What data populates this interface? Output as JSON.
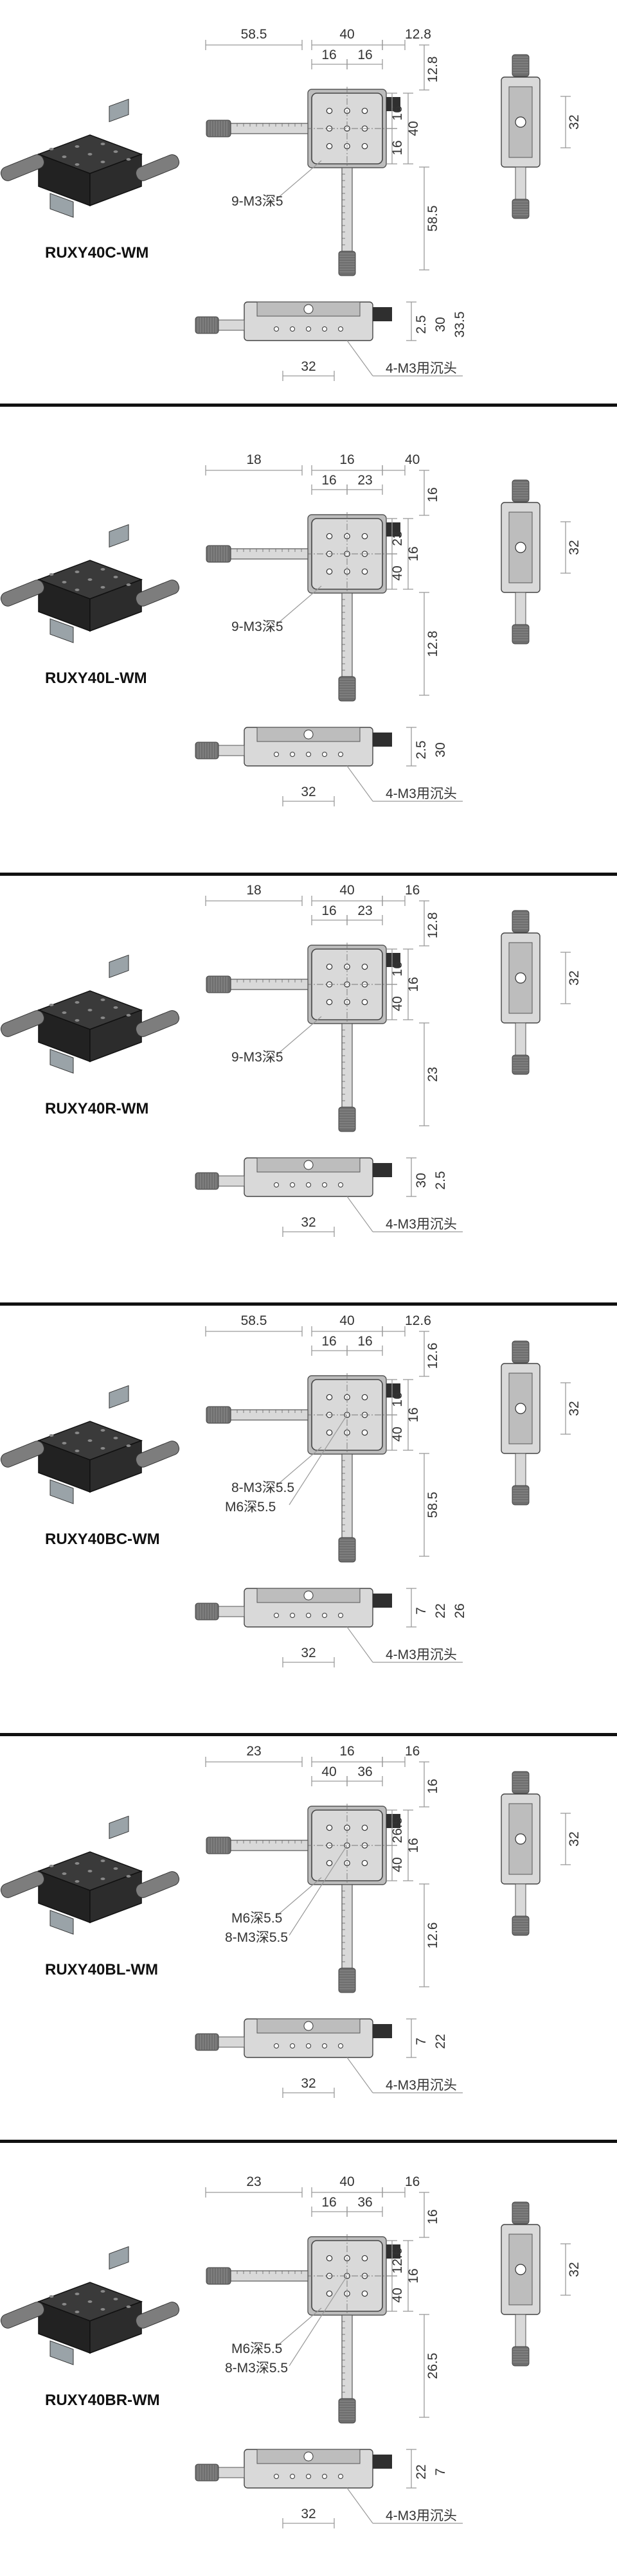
{
  "colors": {
    "divider": "#111111",
    "dim_line": "#9a9a9a",
    "part_light": "#d9d9d9",
    "part_mid": "#bdbdbd",
    "part_dark": "#2f2f2f",
    "knurl": "#6e6e6e"
  },
  "products": [
    {
      "model": "RUXY40C-WM",
      "top_dims": [
        "58.5",
        "40",
        "12.8",
        "16",
        "16",
        "12.8",
        "40",
        "16",
        "16",
        "58.5",
        "32"
      ],
      "callout": "9-M3深5",
      "side_dims": [
        "2.5",
        "30",
        "33.5"
      ],
      "bottom_dim": "32",
      "bottom_callout": "4-M3用沉头"
    },
    {
      "model": "RUXY40L-WM",
      "top_dims": [
        "18",
        "16",
        "40",
        "16",
        "23",
        "16",
        "16",
        "23",
        "40",
        "12.8",
        "32"
      ],
      "callout": "9-M3深5",
      "side_dims": [
        "2.5",
        "30"
      ],
      "bottom_dim": "32",
      "bottom_callout": "4-M3用沉头"
    },
    {
      "model": "RUXY40R-WM",
      "top_dims": [
        "18",
        "40",
        "16",
        "16",
        "23",
        "12.8",
        "16",
        "16",
        "40",
        "23",
        "32"
      ],
      "callout": "9-M3深5",
      "side_dims": [
        "30",
        "2.5"
      ],
      "bottom_dim": "32",
      "bottom_callout": "4-M3用沉头"
    },
    {
      "model": "RUXY40BC-WM",
      "top_dims": [
        "58.5",
        "40",
        "12.6",
        "16",
        "16",
        "12.6",
        "16",
        "16",
        "40",
        "58.5",
        "32"
      ],
      "callout": "8-M3深5.5",
      "callout2": "M6深5.5",
      "side_dims": [
        "7",
        "22",
        "26"
      ],
      "bottom_dim": "32",
      "bottom_callout": "4-M3用沉头"
    },
    {
      "model": "RUXY40BL-WM",
      "top_dims": [
        "23",
        "16",
        "16",
        "40",
        "36",
        "16",
        "16",
        "26.5",
        "40",
        "12.6",
        "32"
      ],
      "callout": "M6深5.5",
      "callout2": "8-M3深5.5",
      "side_dims": [
        "7",
        "22"
      ],
      "bottom_dim": "32",
      "bottom_callout": "4-M3用沉头"
    },
    {
      "model": "RUXY40BR-WM",
      "top_dims": [
        "23",
        "40",
        "16",
        "16",
        "36",
        "16",
        "16",
        "12.6",
        "40",
        "26.5",
        "32"
      ],
      "callout": "M6深5.5",
      "callout2": "8-M3深5.5",
      "side_dims": [
        "22",
        "7"
      ],
      "bottom_dim": "32",
      "bottom_callout": "4-M3用沉头"
    }
  ]
}
